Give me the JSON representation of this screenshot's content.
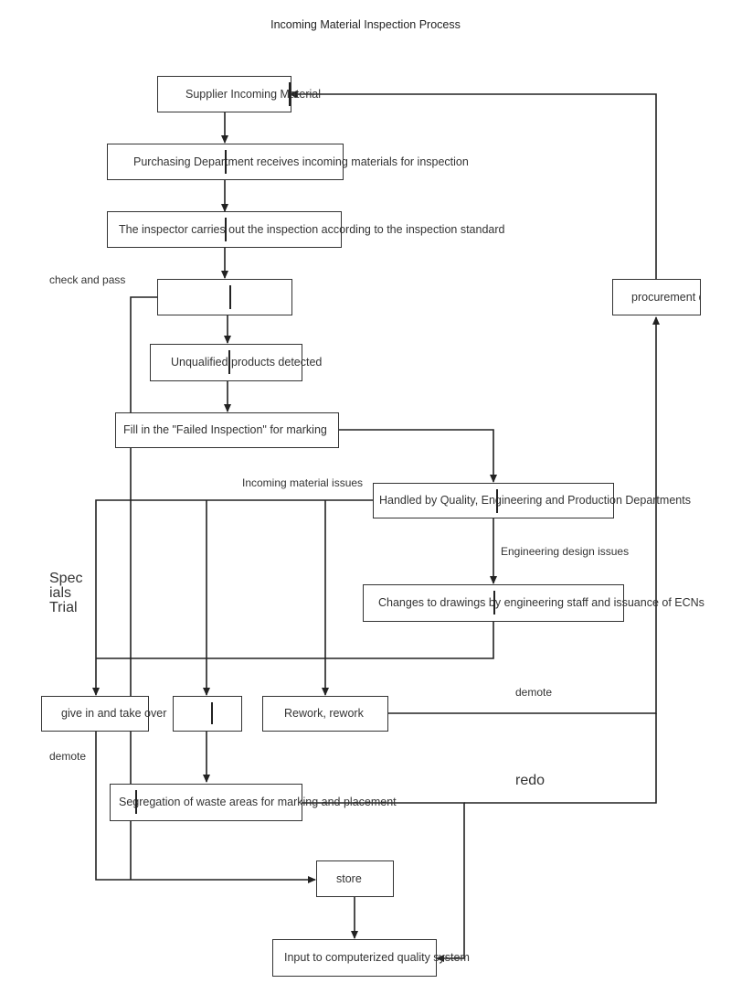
{
  "title": "Incoming Material Inspection Process",
  "nodes": {
    "supplier": "Supplier Incoming Material",
    "purchasing": "Purchasing Department receives incoming materials for inspection",
    "inspector": "The inspector carries out the inspection according to the inspection standard",
    "check": "",
    "unqualified": "Unqualified products detected",
    "failed": "Fill in the \"Failed Inspection\" for marking",
    "handled": "Handled by Quality, Engineering and Production Departments",
    "changes": "Changes to drawings by engineering staff and issuance of ECNs",
    "procurement": "procurement depa",
    "give": "give in and take over",
    "blank": "",
    "rework": "Rework, rework",
    "segregation": "Segregation of waste areas for marking and placement",
    "store": "store",
    "input": "Input to computerized quality system"
  },
  "labels": {
    "check_pass": "check and pass",
    "incoming_issues": "Incoming material issues",
    "engineering_issues": "Engineering design issues",
    "specials_line1": "Spec",
    "specials_line2": "ials",
    "specials_line3": "Trial",
    "demote_right": "demote",
    "demote_left": "demote",
    "redo": "redo"
  }
}
